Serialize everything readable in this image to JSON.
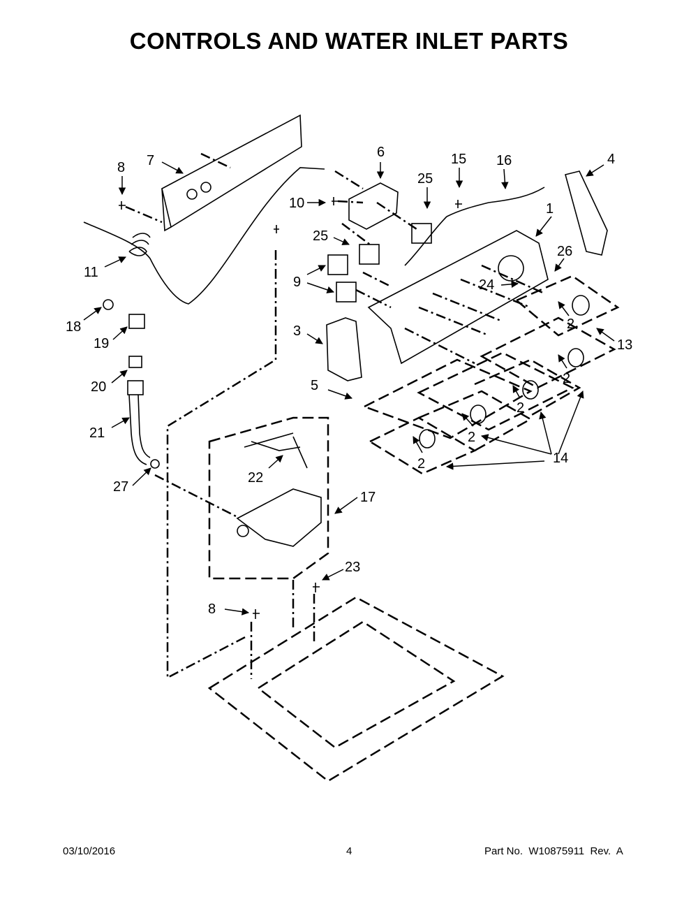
{
  "title": "CONTROLS AND WATER INLET PARTS",
  "callouts": [
    "1",
    "2",
    "3",
    "4",
    "5",
    "6",
    "7",
    "8",
    "9",
    "10",
    "11",
    "13",
    "14",
    "15",
    "16",
    "17",
    "18",
    "19",
    "20",
    "21",
    "22",
    "23",
    "24",
    "25",
    "26",
    "27"
  ],
  "footer": {
    "date": "03/10/2016",
    "page": "4",
    "part_number": "Part No.  W10875911  Rev.  A"
  }
}
